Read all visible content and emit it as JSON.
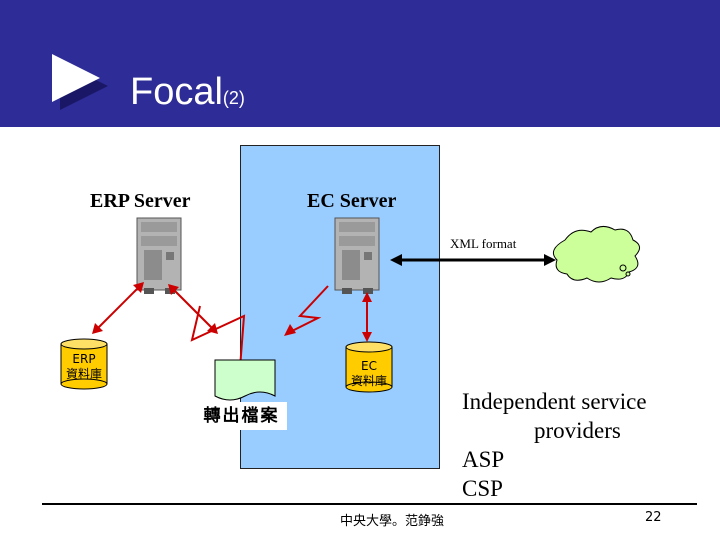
{
  "slide": {
    "title": "Focal",
    "title_sub": "(2)",
    "erp_server_label": "ERP Server",
    "ec_server_label": "EC Server",
    "xml_label": "XML format",
    "erp_db_line1": "ERP",
    "erp_db_line2": "資料庫",
    "ec_db_line1": "EC",
    "ec_db_line2": "資料庫",
    "file_label": "轉出檔案",
    "isp_line1": "Independent service",
    "isp_line2": "providers",
    "isp_line3": "ASP",
    "isp_line4": "CSP",
    "footer_center": "中央大學。范錚強",
    "page_number": "22"
  },
  "colors": {
    "header_bg": "#2e2c96",
    "ec_panel": "#99ccff",
    "db_fill": "#ffcc00",
    "cloud_fill": "#ccff99",
    "file_fill": "#ccffcc",
    "link_red": "#cc0000",
    "server_gray": "#b3b3b3"
  },
  "icons": [
    "play-triangle-icon",
    "server-icon",
    "database-icon",
    "cloud-icon",
    "document-icon",
    "lightning-icon"
  ]
}
